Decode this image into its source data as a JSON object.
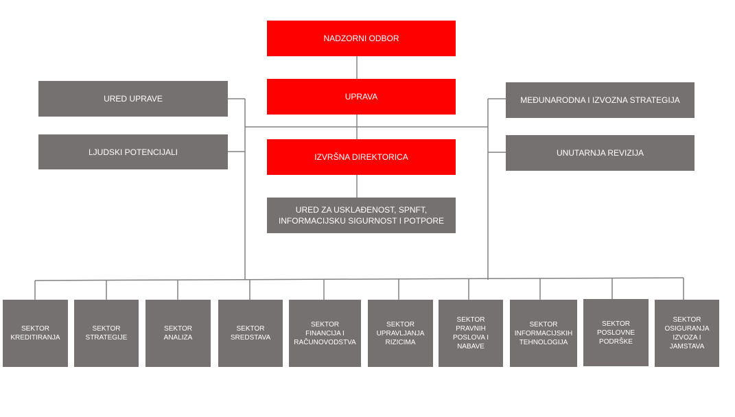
{
  "colors": {
    "leadership": "#fe0000",
    "unit": "#767171",
    "connector": "#808080"
  },
  "top": {
    "supervisory_board": "NADZORNI ODBOR",
    "management_board": "UPRAVA",
    "executive_director": "IZVRŠNA DIREKTORICA",
    "compliance_office": "URED ZA USKLAĐENOST, SPNFT,\nINFORMACIJSKU SIGURNOST I POTPORE"
  },
  "left_units": [
    "URED UPRAVE",
    "LJUDSKI POTENCIJALI"
  ],
  "right_units": [
    "MEĐUNARODNA I IZVOZNA STRATEGIJA",
    "UNUTARNJA REVIZIJA"
  ],
  "sectors": [
    "SEKTOR\nKREDITIRANJA",
    "SEKTOR\nSTRATEGIJE",
    "SEKTOR\nANALIZA",
    "SEKTOR\nSREDSTAVA",
    "SEKTOR\nFINANCIJA I\nRAČUNOVODSTVA",
    "SEKTOR\nUPRAVLJANJA\nRIZICIMA",
    "SEKTOR\nPRAVNIH\nPOSLOVA I\nNABAVE",
    "SEKTOR\nINFORMACIJSKIH\nTEHNOLOGIJA",
    "SEKTOR\nPOSLOVNE\nPODRŠKE",
    "SEKTOR\nOSIGURANJA\nIZVOZA I\nJAMSTAVA"
  ]
}
